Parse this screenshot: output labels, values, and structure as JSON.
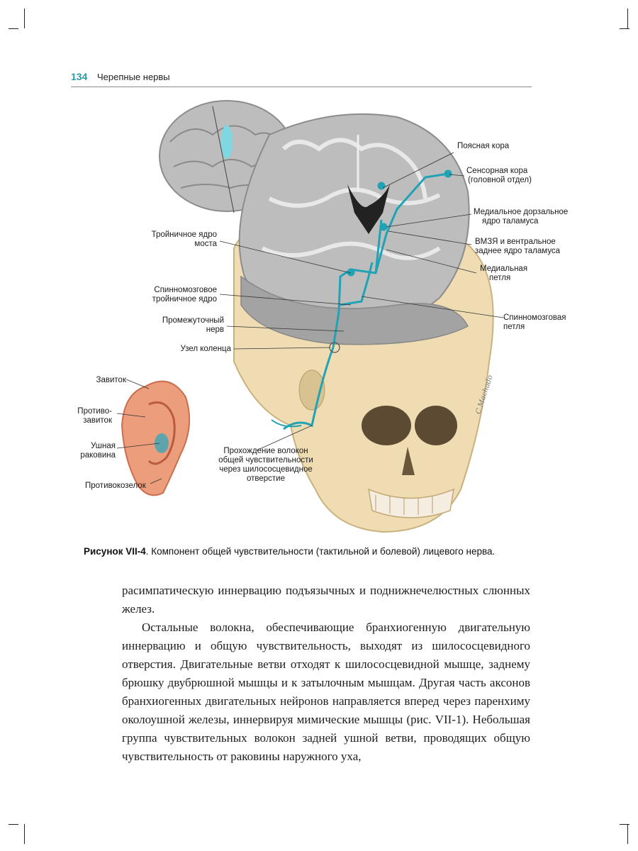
{
  "header": {
    "page_number": "134",
    "running_title": "Черепные нервы"
  },
  "figure": {
    "labels": {
      "cingulate": "Поясная кора",
      "sensory_1": "Сенсорная кора",
      "sensory_2": "(головной отдел)",
      "mediodorsal_1": "Медиальное дорзальное",
      "mediodorsal_2": "ядро таламуса",
      "vpm_1": "ВМЗЯ и вентральное",
      "vpm_2": "заднее ядро таламуса",
      "lemniscus_1": "Медиальная",
      "lemniscus_2": "петля",
      "spinal_loop_1": "Спинномозговая",
      "spinal_loop_2": "петля",
      "trigeminal_1": "Тройничное ядро",
      "trigeminal_2": "моста",
      "spinal_trig_1": "Спинномозговое",
      "spinal_trig_2": "тройничное ядро",
      "intermediate_1": "Промежуточный",
      "intermediate_2": "нерв",
      "geniculate": "Узел коленца",
      "helix": "Завиток",
      "antihelix_1": "Противо-",
      "antihelix_2": "завиток",
      "concha_1": "Ушная",
      "concha_2": "раковина",
      "antitragus": "Противокозелок",
      "passage_1": "Прохождение волокон",
      "passage_2": "общей чувствительности",
      "passage_3": "через шилососцевидное",
      "passage_4": "отверстие"
    },
    "signature": "C.Machado",
    "caption_bold": "Рисунок VII-4",
    "caption_text": ". Компонент общей чувствительности (тактильной и болевой) лицевого нерва."
  },
  "body": {
    "p1": "расимпатическую иннервацию подъязычных и поднижнечелюстных слюнных желез.",
    "p2": "Остальные волокна, обеспечивающие бранхиогенную двигательную иннервацию и общую чувствительность, выходят из шилососцевидного отверстия. Двигательные ветви отходят к шилососцевидной мышце, заднему брюшку двубрюшной мышцы и к затылочным мышцам. Другая часть аксонов бранхиогенных двигательных нейронов направляется вперед через паренхиму околоушной железы, иннервируя мимические мышцы (рис. VII-1). Небольшая группа чувствительных волокон задней ушной ветви, проводящих общую чувствительность от раковины наружного уха,"
  },
  "colors": {
    "accent": "#2a9aa8",
    "nerve": "#1fa3b5",
    "bone": "#efdcb2",
    "brain": "#b5b5b5",
    "ear": "#e9926e"
  }
}
